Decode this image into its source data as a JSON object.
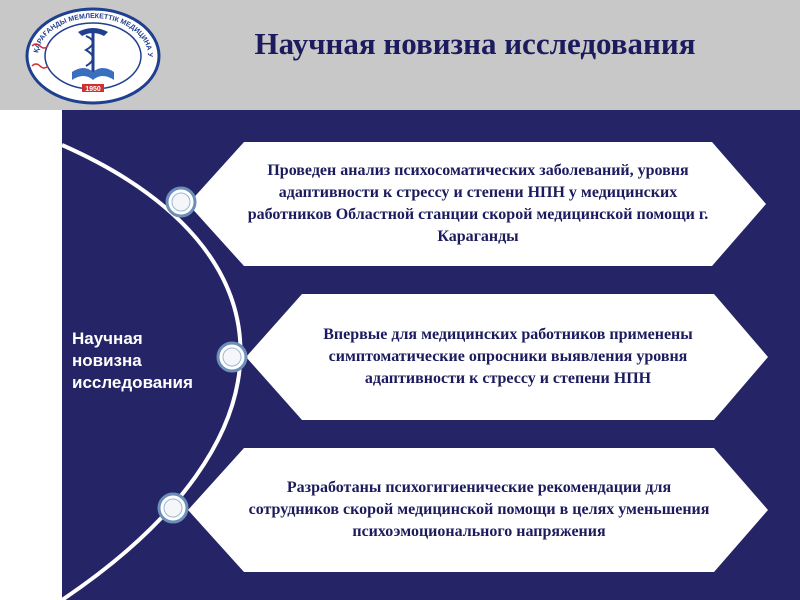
{
  "header": {
    "title": "Научная новизна исследования",
    "logo_ring_text": "ҚАРАҒАНДЫ МЕМЛЕКЕТТІК МЕДИЦИНА УНИВЕРСИТЕТІ",
    "logo_year": "1950"
  },
  "side_label": {
    "line1": "Научная",
    "line2": "новизна",
    "line3": "исследования"
  },
  "items": [
    {
      "text": "Проведен анализ психосоматических заболеваний, уровня адаптивности к стрессу и степени НПН у медицинских работников Областной станции скорой медицинской помощи г. Караганды"
    },
    {
      "text": "Впервые для медицинских работников применены симптоматические опросники выявления уровня адаптивности к стрессу и степени НПН"
    },
    {
      "text": "Разработаны психогигиенические рекомендации для сотрудников скорой медицинской помощи в целях уменьшения психоэмоционального напряжения"
    }
  ],
  "colors": {
    "header_bg": "#c8c8c8",
    "panel_bg": "#242467",
    "title": "#1b1b5e",
    "arc": "#ffffff",
    "node_ring": "#6b8fb8"
  }
}
